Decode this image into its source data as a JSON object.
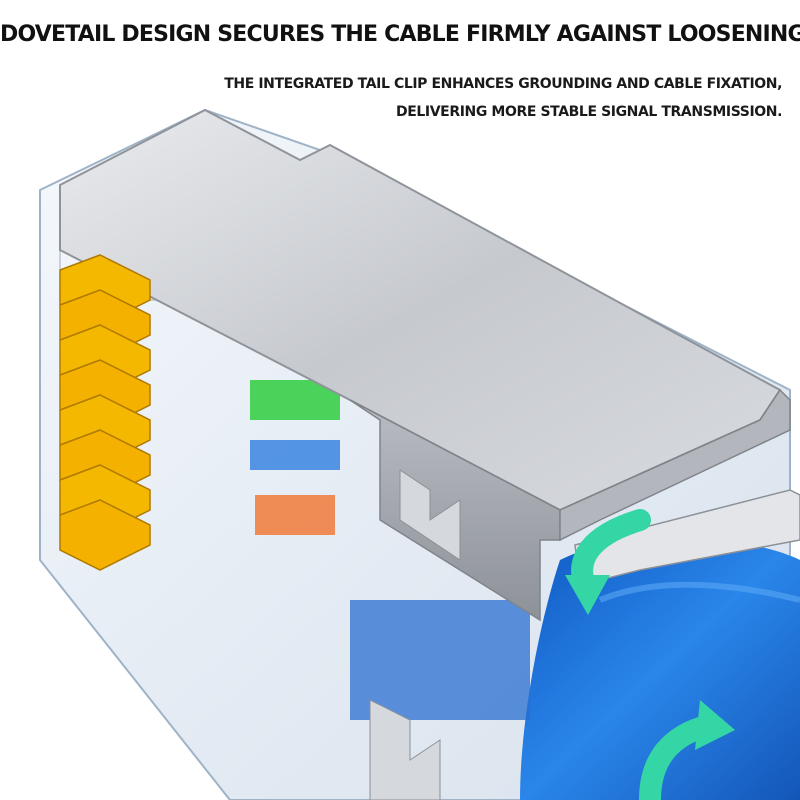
{
  "headline": "DOVETAIL DESIGN SECURES THE CABLE FIRMLY AGAINST LOOSENING",
  "subtext": {
    "line1": "THE INTEGRATED TAIL CLIP ENHANCES GROUNDING AND CABLE FIXATION,",
    "line2": "DELIVERING MORE STABLE SIGNAL TRANSMISSION."
  },
  "colors": {
    "shield_metal": "#c9ccd1",
    "gold_pins": "#f5b800",
    "cable_blue": "#1e6fd6",
    "arrow_teal": "#35d6a6",
    "clear_plastic": "#e8eef5"
  },
  "icons": [
    "rotate-arrow-icon",
    "rotate-arrow-icon"
  ]
}
